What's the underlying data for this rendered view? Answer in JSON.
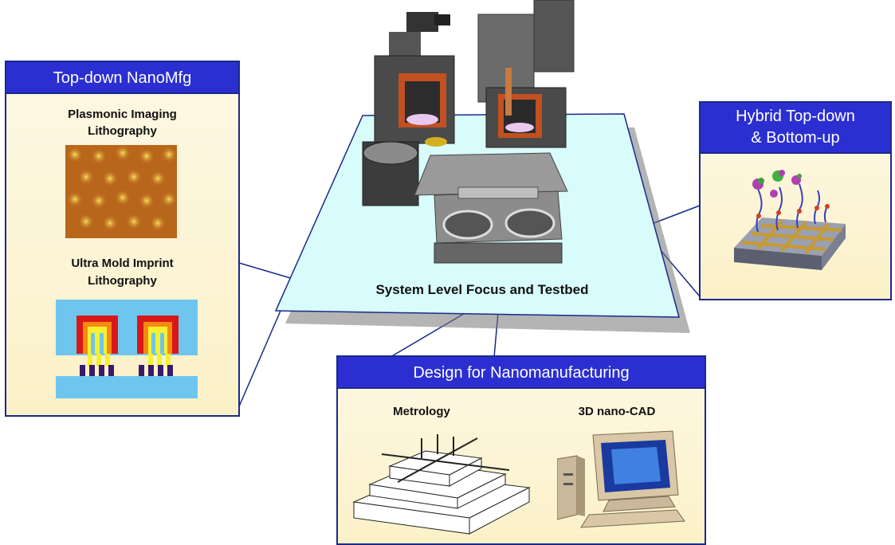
{
  "center": {
    "label": "System Level Focus and Testbed"
  },
  "left_panel": {
    "title": "Top-down NanoMfg",
    "item1_line1": "Plasmonic Imaging",
    "item1_line2": "Lithography",
    "item2_line1": "Ultra Mold Imprint",
    "item2_line2": "Lithography"
  },
  "right_panel": {
    "title_line1": "Hybrid Top-down",
    "title_line2": "& Bottom-up"
  },
  "bottom_panel": {
    "title": "Design for Nanomanufacturing",
    "item1": "Metrology",
    "item2": "3D nano-CAD"
  },
  "colors": {
    "title_bar": "#2b2fd1",
    "panel_fill": "#fbf1c8",
    "testbed_fill": "#d8fbfb",
    "outline": "#1a2a8a"
  }
}
